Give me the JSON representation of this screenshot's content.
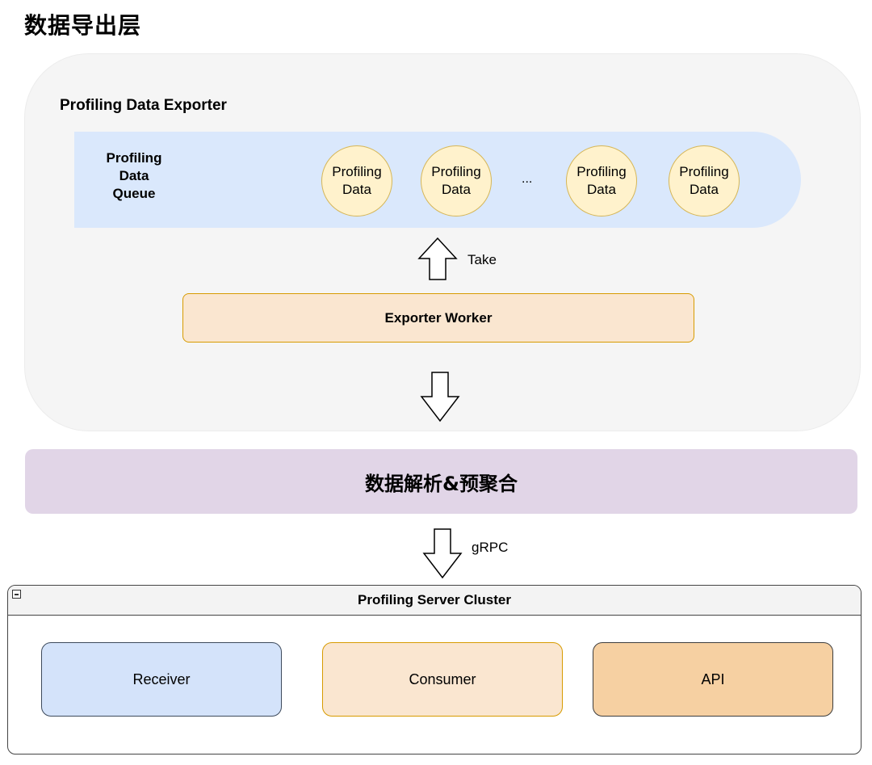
{
  "title": "数据导出层",
  "exporter": {
    "title": "Profiling Data Exporter",
    "queue_label_lines": [
      "Profiling",
      "Data",
      "Queue"
    ],
    "items": [
      {
        "line1": "Profiling",
        "line2": "Data"
      },
      {
        "line1": "Profiling",
        "line2": "Data"
      },
      {
        "line1": "Profiling",
        "line2": "Data"
      },
      {
        "line1": "Profiling",
        "line2": "Data"
      }
    ],
    "ellipsis": "...",
    "take_label": "Take",
    "worker_label": "Exporter Worker"
  },
  "parse_label": "数据解析&预聚合",
  "grpc_label": "gRPC",
  "cluster": {
    "title": "Profiling Server Cluster",
    "components": [
      "Receiver",
      "Consumer",
      "API"
    ]
  },
  "colors": {
    "panel_bg": "#f5f5f5",
    "queue_bg": "#dae8fc",
    "bubble_fill": "#fff2cc",
    "bubble_stroke": "#d6b656",
    "worker_fill": "#fae6d0",
    "parse_bg": "#e1d5e7",
    "receiver_fill": "#d4e3fa",
    "consumer_fill": "#fae6d0",
    "api_fill": "#f6d0a2"
  }
}
